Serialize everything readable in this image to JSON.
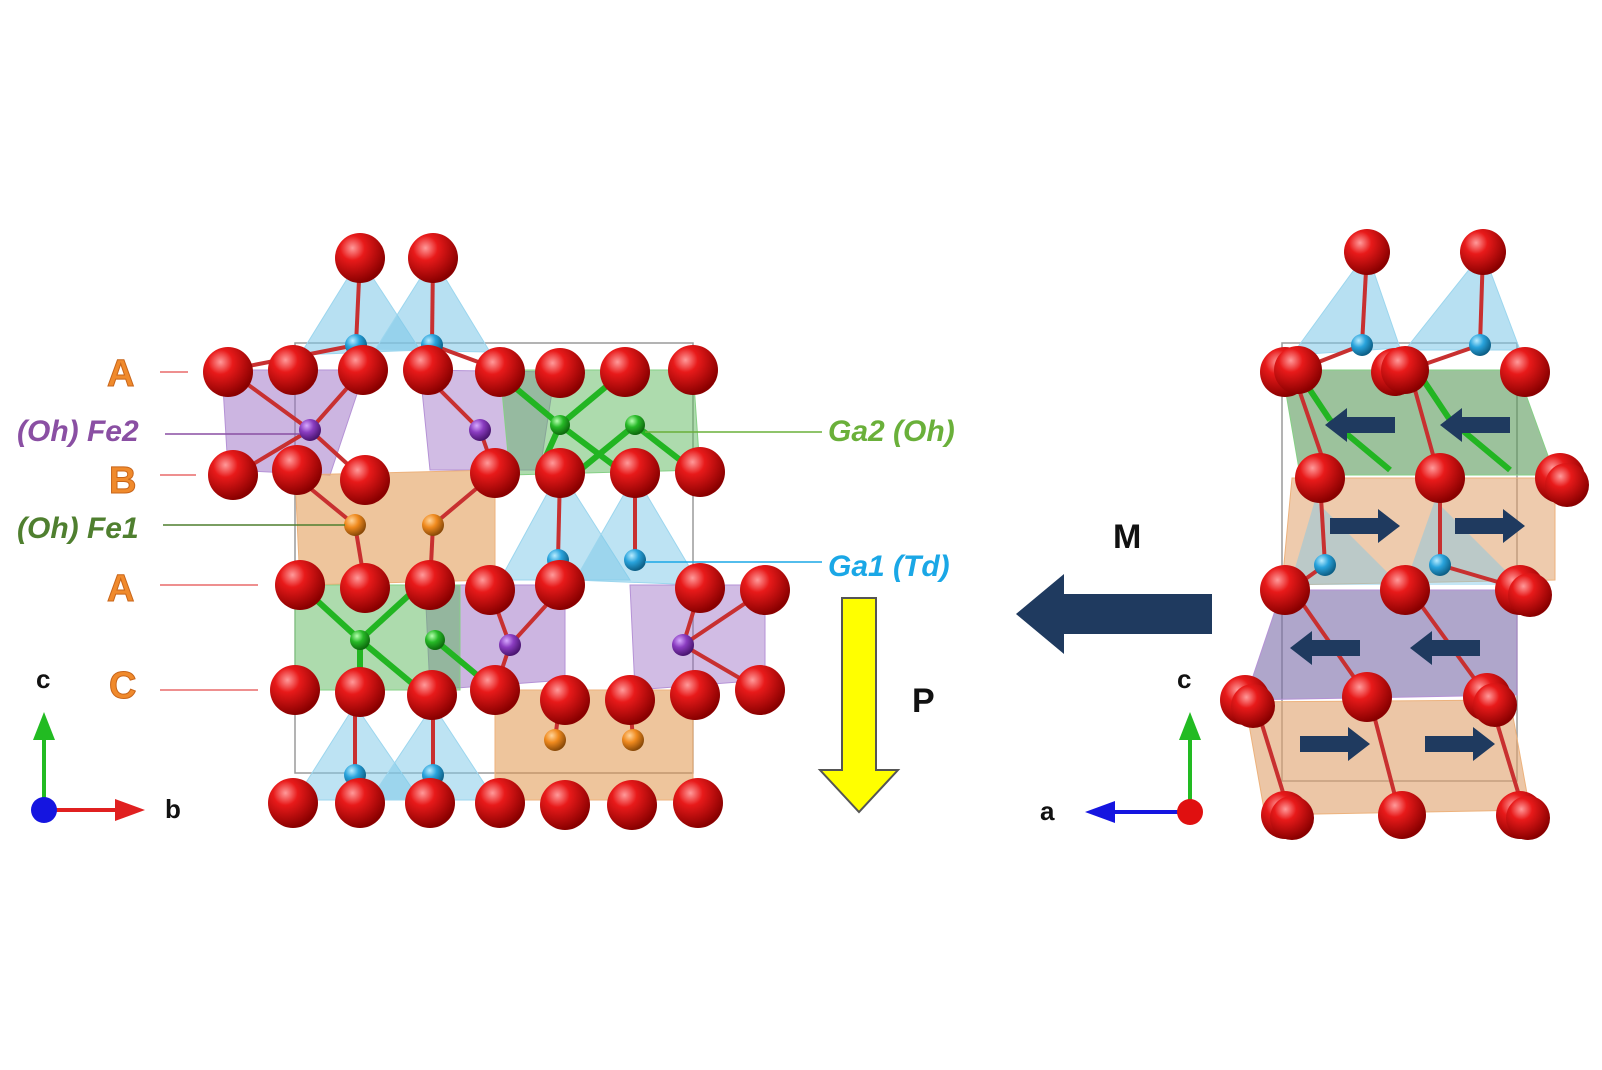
{
  "colors": {
    "oxygen": "#e01010",
    "fe2_oh": "#8e3fc4",
    "fe1_oh": "#f08a1e",
    "ga2_oh": "#2fbf2f",
    "ga1_td": "#2aa6df",
    "layer_label": "#f08a2c",
    "fe2_label": "#8a4fa3",
    "fe1_label": "#4f7f2f",
    "ga2_label": "#6ab03a",
    "ga1_label": "#1aa7e6",
    "polarization_arrow": "#ffff00",
    "magnetization_arrow": "#1f3a5f"
  },
  "layers": [
    "A",
    "B",
    "A",
    "C"
  ],
  "sites": {
    "fe2": "(Oh) Fe2",
    "fe1": "(Oh) Fe1",
    "ga2": "Ga2 (Oh)",
    "ga1": "Ga1 (Td)"
  },
  "arrows": {
    "polarization": "P",
    "magnetization": "M"
  },
  "axes_left": {
    "vertical": "c",
    "horizontal": "b"
  },
  "axes_right": {
    "vertical": "c",
    "horizontal": "a"
  },
  "spin_directions": [
    "left",
    "left",
    "right",
    "right",
    "left",
    "left",
    "right",
    "right"
  ]
}
